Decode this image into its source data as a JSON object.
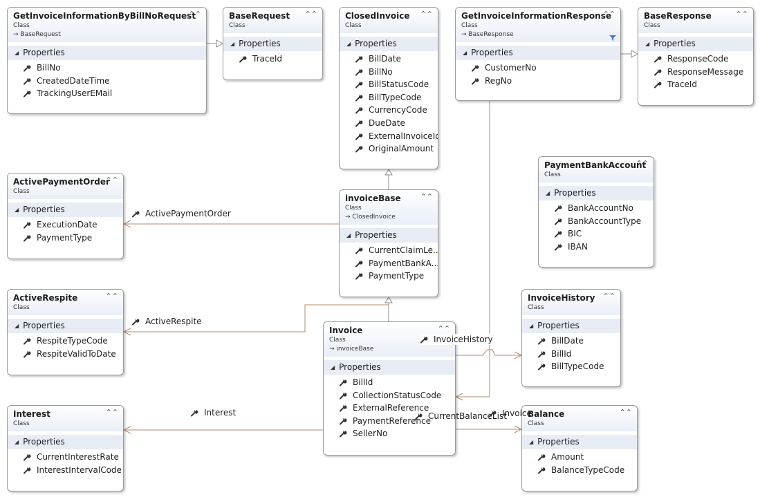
{
  "labels": {
    "kind": "Class",
    "section": "Properties"
  },
  "classes": {
    "getInvoiceReq": {
      "name": "GetInvoiceInformationByBillNoRequest",
      "base": "BaseRequest",
      "props": [
        "BillNo",
        "CreatedDateTime",
        "TrackingUserEMail"
      ]
    },
    "baseRequest": {
      "name": "BaseRequest",
      "props": [
        "TraceId"
      ]
    },
    "closedInvoice": {
      "name": "ClosedInvoice",
      "props": [
        "BillDate",
        "BillNo",
        "BillStatusCode",
        "BillTypeCode",
        "CurrencyCode",
        "DueDate",
        "ExternalInvoiceId",
        "OriginalAmount"
      ]
    },
    "getInvoiceResp": {
      "name": "GetInvoiceInformationResponse",
      "base": "BaseResponse",
      "props": [
        "CustomerNo",
        "RegNo"
      ]
    },
    "baseResponse": {
      "name": "BaseResponse",
      "props": [
        "ResponseCode",
        "ResponseMessage",
        "TraceId"
      ]
    },
    "activePaymentOrder": {
      "name": "ActivePaymentOrder",
      "props": [
        "ExecutionDate",
        "PaymentType"
      ]
    },
    "invoiceBase": {
      "name": "invoiceBase",
      "base": "ClosedInvoice",
      "props": [
        "CurrentClaimLe...",
        "PaymentBankA...",
        "PaymentType"
      ]
    },
    "paymentBankAccount": {
      "name": "PaymentBankAccount",
      "props": [
        "BankAccountNo",
        "BankAccountType",
        "BIC",
        "IBAN"
      ]
    },
    "activeRespite": {
      "name": "ActiveRespite",
      "props": [
        "RespiteTypeCode",
        "RespiteValidToDate"
      ]
    },
    "invoice": {
      "name": "Invoice",
      "base": "invoiceBase",
      "props": [
        "BillId",
        "CollectionStatusCode",
        "ExternalReference",
        "PaymentReference",
        "SellerNo"
      ]
    },
    "invoiceHistory": {
      "name": "InvoiceHistory",
      "props": [
        "BillDate",
        "BillId",
        "BillTypeCode"
      ]
    },
    "interest": {
      "name": "Interest",
      "props": [
        "CurrentInterestRate",
        "InterestIntervalCode"
      ]
    },
    "balance": {
      "name": "Balance",
      "props": [
        "Amount",
        "BalanceTypeCode"
      ]
    }
  },
  "associations": {
    "activePaymentOrder": "ActivePaymentOrder",
    "activeRespite": "ActiveRespite",
    "interest": "Interest",
    "invoiceHistory": "InvoiceHistory",
    "currentBalanceList": "CurrentBalanceList",
    "invoice": "Invoice"
  },
  "colors": {
    "inheritance": "#8c8c8c",
    "association": "#b58a6c",
    "header_gradient_end": "#e9eef7",
    "section_band": "#e8ecf5",
    "filter_icon": "#3a7bd5"
  },
  "icons": {
    "property": "wrench-icon",
    "collapse": "double-chevron-up-icon",
    "base_arrow": "inherit-arrow-icon",
    "section_toggle": "triangle-down-icon",
    "filter": "filter-icon"
  }
}
